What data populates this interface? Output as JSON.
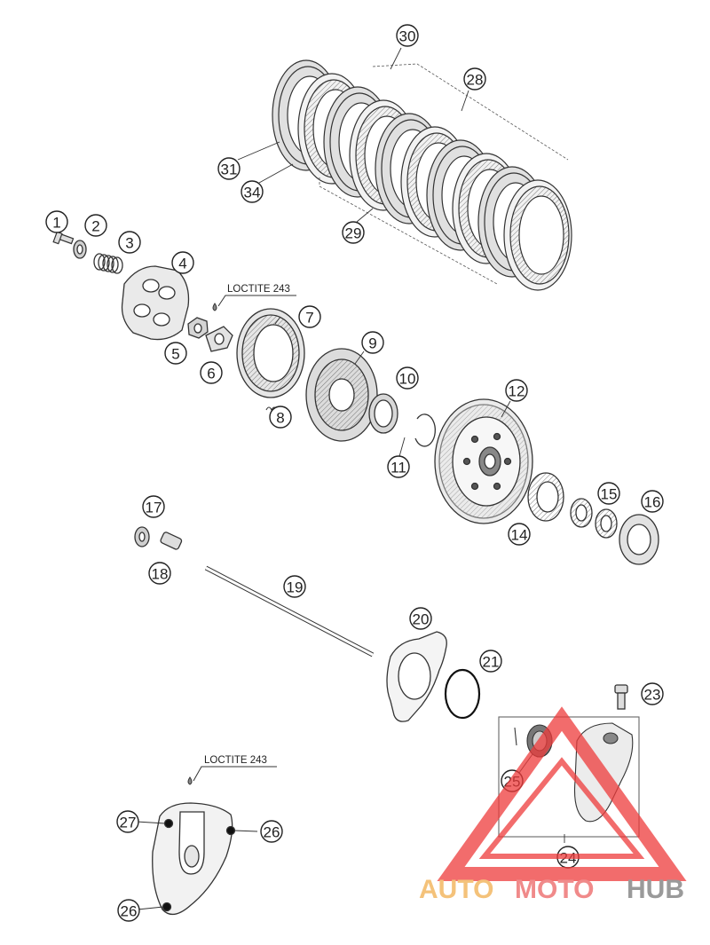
{
  "callouts": [
    {
      "id": "1",
      "label": "1"
    },
    {
      "id": "2",
      "label": "2"
    },
    {
      "id": "3",
      "label": "3"
    },
    {
      "id": "4",
      "label": "4"
    },
    {
      "id": "5",
      "label": "5"
    },
    {
      "id": "6",
      "label": "6"
    },
    {
      "id": "7",
      "label": "7"
    },
    {
      "id": "8",
      "label": "8"
    },
    {
      "id": "9",
      "label": "9"
    },
    {
      "id": "10",
      "label": "10"
    },
    {
      "id": "11",
      "label": "11"
    },
    {
      "id": "12",
      "label": "12"
    },
    {
      "id": "14",
      "label": "14"
    },
    {
      "id": "15",
      "label": "15"
    },
    {
      "id": "16",
      "label": "16"
    },
    {
      "id": "17",
      "label": "17"
    },
    {
      "id": "18",
      "label": "18"
    },
    {
      "id": "19",
      "label": "19"
    },
    {
      "id": "20",
      "label": "20"
    },
    {
      "id": "21",
      "label": "21"
    },
    {
      "id": "23",
      "label": "23"
    },
    {
      "id": "24",
      "label": "24"
    },
    {
      "id": "25",
      "label": "25"
    },
    {
      "id": "26a",
      "label": "26"
    },
    {
      "id": "26b",
      "label": "26"
    },
    {
      "id": "27",
      "label": "27"
    },
    {
      "id": "28",
      "label": "28"
    },
    {
      "id": "29",
      "label": "29"
    },
    {
      "id": "30",
      "label": "30"
    },
    {
      "id": "31",
      "label": "31"
    },
    {
      "id": "34",
      "label": "34"
    }
  ],
  "notes": {
    "loctite_top": "LOCTITE 243",
    "loctite_bottom": "LOCTITE 243"
  },
  "watermark": {
    "word_auto": "AUTO",
    "word_moto": "MOTO",
    "word_hub": "HUB",
    "color_auto": "#f4c27a",
    "color_moto": "#f08a8a",
    "color_hub": "#9a9a9a",
    "triangle_color": "#ee3b3b"
  }
}
